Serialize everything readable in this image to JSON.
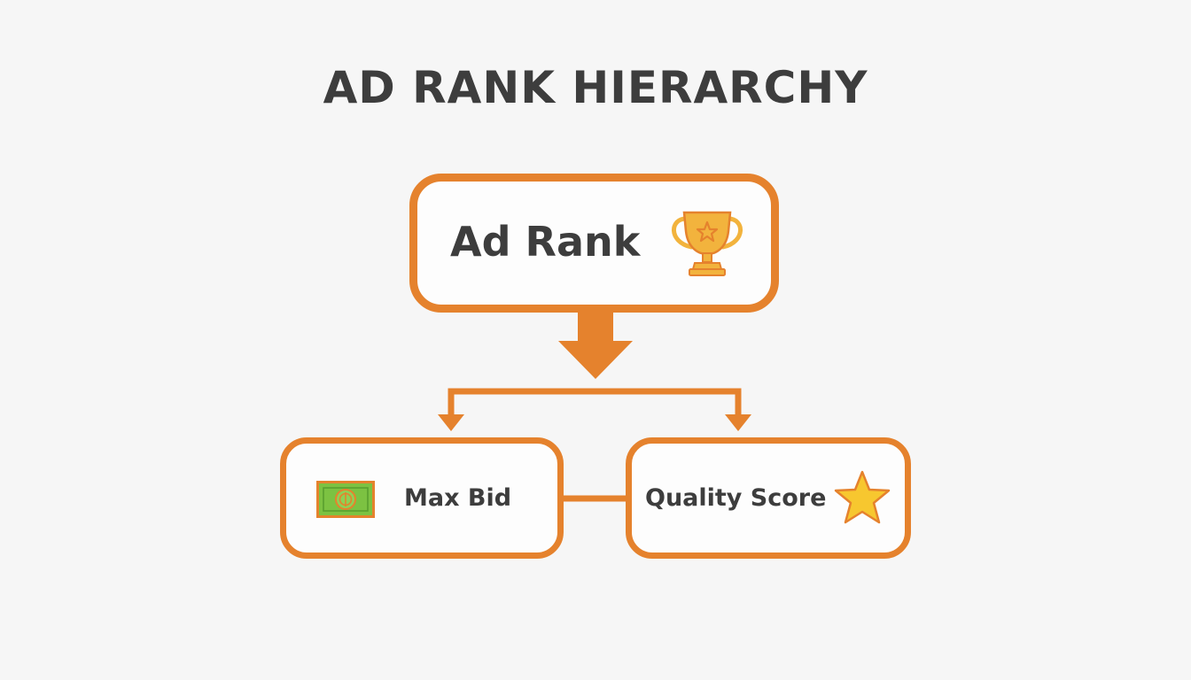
{
  "title": "AD RANK HIERARCHY",
  "top_node": {
    "label": "Ad Rank",
    "icon": "trophy-icon"
  },
  "children": [
    {
      "label": "Max Bid",
      "icon": "money-icon"
    },
    {
      "label": "Quality Score",
      "icon": "star-icon"
    }
  ],
  "colors": {
    "accent": "#e5822d",
    "text": "#3d3d3d",
    "background": "#f6f6f6",
    "trophy": "#f2b33d",
    "money": "#7cc242",
    "star": "#f7c72f"
  }
}
